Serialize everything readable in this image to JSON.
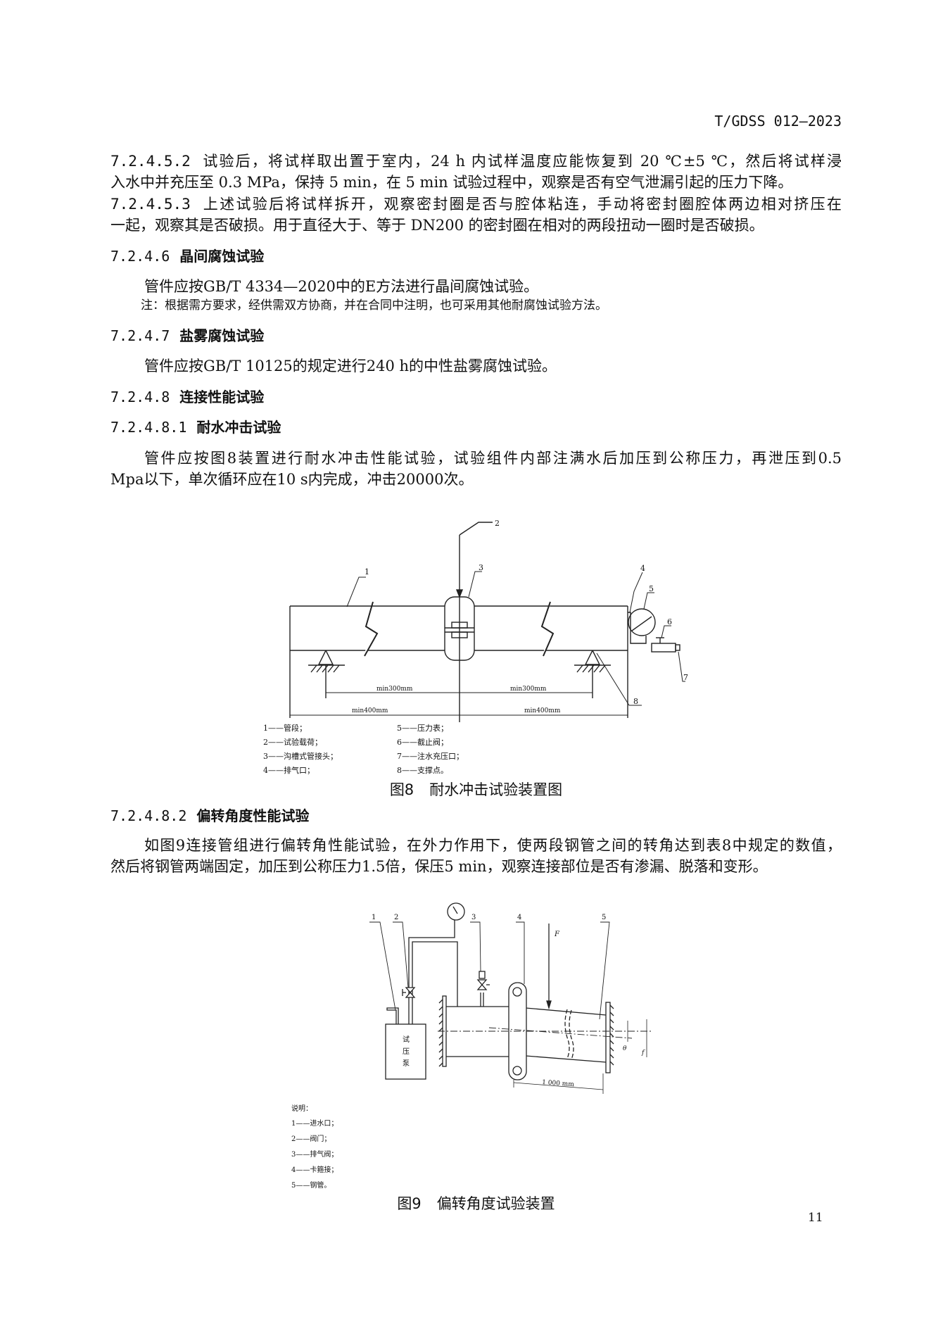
{
  "header": {
    "doc_id": "T/GDSS 012—2023"
  },
  "sections": {
    "s72452": {
      "num": "7.2.4.5.2",
      "line1": "试验后，将试样取出置于室内，24 h 内试样温度应能恢复到 20 ℃±5 ℃，然后将试样浸",
      "line2": "入水中并充压至 0.3 MPa，保持 5 min，在 5 min 试验过程中，观察是否有空气泄漏引起的压力下降。"
    },
    "s72453": {
      "num": "7.2.4.5.3",
      "line1": "上述试验后将试样拆开，观察密封圈是否与腔体粘连，手动将密封圈腔体两边相对挤压在",
      "line2": "一起，观察其是否破损。用于直径大于、等于 DN200 的密封圈在相对的两段扭动一圈时是否破损。"
    },
    "s7246": {
      "num": "7.2.4.6",
      "title": "晶间腐蚀试验",
      "body": "管件应按GB/T 4334—2020中的E方法进行晶间腐蚀试验。",
      "note": "注：根据需方要求，经供需双方协商，并在合同中注明，也可采用其他耐腐蚀试验方法。"
    },
    "s7247": {
      "num": "7.2.4.7",
      "title": "盐雾腐蚀试验",
      "body": "管件应按GB/T 10125的规定进行240 h的中性盐雾腐蚀试验。"
    },
    "s7248": {
      "num": "7.2.4.8",
      "title": "连接性能试验"
    },
    "s72481": {
      "num": "7.2.4.8.1",
      "title": "耐水冲击试验",
      "line1": "管件应按图8装置进行耐水冲击性能试验，试验组件内部注满水后加压到公称压力，再泄压到0.5",
      "line2": "Mpa以下，单次循环应在10 s内完成，冲击20000次。"
    },
    "s72482": {
      "num": "7.2.4.8.2",
      "title": "偏转角度性能试验",
      "line1": "如图9连接管组进行偏转角性能试验，在外力作用下，使两段钢管之间的转角达到表8中规定的数值，",
      "line2": "然后将钢管两端固定，加压到公称压力1.5倍，保压5 min，观察连接部位是否有渗漏、脱落和变形。"
    }
  },
  "figure8": {
    "caption_num": "图8",
    "caption_title": "耐水冲击试验装置图",
    "callouts": [
      "1",
      "2",
      "3",
      "4",
      "5",
      "6",
      "7",
      "8"
    ],
    "dims": {
      "inner_left": "min300mm",
      "inner_right": "min300mm",
      "outer_left": "min400mm",
      "outer_right": "min400mm"
    },
    "legend": [
      "1——管段；",
      "2——试验载荷；",
      "3——沟槽式管接头；",
      "4——排气口；",
      "5——压力表；",
      "6——截止阀；",
      "7——注水充压口；",
      "8——支撑点。"
    ]
  },
  "figure9": {
    "caption_num": "图9",
    "caption_title": "偏转角度试验装置",
    "callouts": [
      "1",
      "2",
      "3",
      "4",
      "5"
    ],
    "force_label": "F",
    "angle_label": "θ",
    "offset_label": "f",
    "pump_label": [
      "试",
      "压",
      "泵"
    ],
    "dim_label": "1 000 mm",
    "legend_title": "说明：",
    "legend": [
      "1——进水口；",
      "2——阀门；",
      "3——排气阀；",
      "4——卡箍接；",
      "5——钢管。"
    ]
  },
  "page_number": "11"
}
